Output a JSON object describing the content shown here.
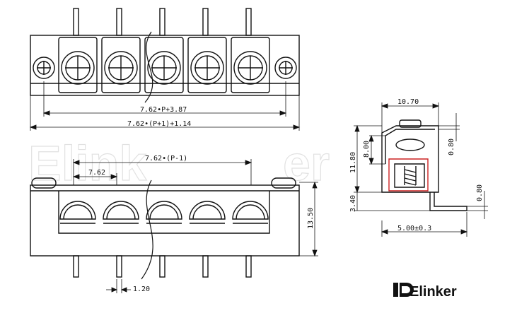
{
  "dimensions": {
    "overall_a": "7.62•P+3.87",
    "overall_b": "7.62•(P+1)+1.14",
    "span": "7.62•(P-1)",
    "pitch": "7.62",
    "pin_width": "1.20",
    "height_total": "13.50",
    "side_width": "10.70",
    "side_h1": "11.80",
    "side_h2": "8.00",
    "side_thk_top": "0.80",
    "side_thk_pin": "0.80",
    "side_pin_offset": "3.40",
    "side_pin_len": "5.00±0.3"
  },
  "brand": {
    "name": "Elinker"
  },
  "colors": {
    "line": "#111111",
    "accent_red": "#cc2222",
    "watermark": "#c9c9c9"
  },
  "icons": [
    "screw-head-icon",
    "mounting-screw-icon",
    "brand-logo-icon"
  ]
}
